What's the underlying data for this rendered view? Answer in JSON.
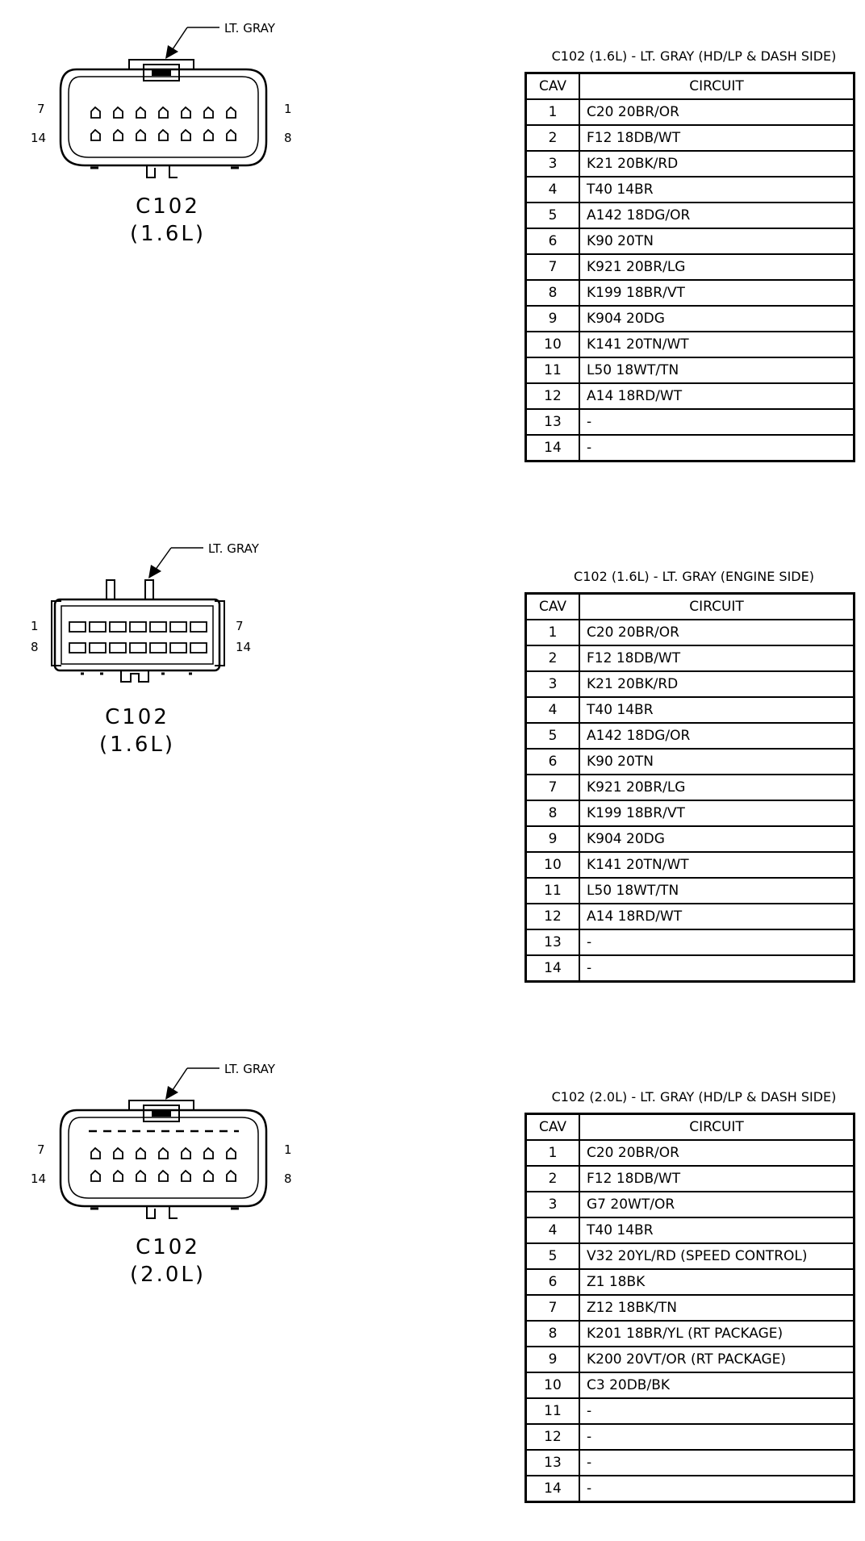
{
  "sections": [
    {
      "connector_name": "C102",
      "connector_variant": "(1.6L)",
      "color_callout": "LT. GRAY",
      "pin_left_top": "7",
      "pin_left_bottom": "14",
      "pin_right_top": "1",
      "pin_right_bottom": "8",
      "table_title": "C102 (1.6L) - LT. GRAY (HD/LP & DASH SIDE)",
      "col_cav": "CAV",
      "col_circuit": "CIRCUIT",
      "rows": [
        {
          "cav": "1",
          "circuit": "C20 20BR/OR"
        },
        {
          "cav": "2",
          "circuit": "F12 18DB/WT"
        },
        {
          "cav": "3",
          "circuit": "K21 20BK/RD"
        },
        {
          "cav": "4",
          "circuit": "T40 14BR"
        },
        {
          "cav": "5",
          "circuit": "A142 18DG/OR"
        },
        {
          "cav": "6",
          "circuit": "K90 20TN"
        },
        {
          "cav": "7",
          "circuit": "K921 20BR/LG"
        },
        {
          "cav": "8",
          "circuit": "K199 18BR/VT"
        },
        {
          "cav": "9",
          "circuit": "K904 20DG"
        },
        {
          "cav": "10",
          "circuit": "K141 20TN/WT"
        },
        {
          "cav": "11",
          "circuit": "L50 18WT/TN"
        },
        {
          "cav": "12",
          "circuit": "A14 18RD/WT"
        },
        {
          "cav": "13",
          "circuit": "-"
        },
        {
          "cav": "14",
          "circuit": "-"
        }
      ]
    },
    {
      "connector_name": "C102",
      "connector_variant": "(1.6L)",
      "color_callout": "LT. GRAY",
      "pin_left_top": "1",
      "pin_left_bottom": "8",
      "pin_right_top": "7",
      "pin_right_bottom": "14",
      "table_title": "C102 (1.6L) - LT. GRAY (ENGINE SIDE)",
      "col_cav": "CAV",
      "col_circuit": "CIRCUIT",
      "rows": [
        {
          "cav": "1",
          "circuit": "C20 20BR/OR"
        },
        {
          "cav": "2",
          "circuit": "F12 18DB/WT"
        },
        {
          "cav": "3",
          "circuit": "K21 20BK/RD"
        },
        {
          "cav": "4",
          "circuit": "T40 14BR"
        },
        {
          "cav": "5",
          "circuit": "A142 18DG/OR"
        },
        {
          "cav": "6",
          "circuit": "K90 20TN"
        },
        {
          "cav": "7",
          "circuit": "K921 20BR/LG"
        },
        {
          "cav": "8",
          "circuit": "K199 18BR/VT"
        },
        {
          "cav": "9",
          "circuit": "K904 20DG"
        },
        {
          "cav": "10",
          "circuit": "K141 20TN/WT"
        },
        {
          "cav": "11",
          "circuit": "L50 18WT/TN"
        },
        {
          "cav": "12",
          "circuit": "A14 18RD/WT"
        },
        {
          "cav": "13",
          "circuit": "-"
        },
        {
          "cav": "14",
          "circuit": "-"
        }
      ]
    },
    {
      "connector_name": "C102",
      "connector_variant": "(2.0L)",
      "color_callout": "LT. GRAY",
      "pin_left_top": "7",
      "pin_left_bottom": "14",
      "pin_right_top": "1",
      "pin_right_bottom": "8",
      "table_title": "C102 (2.0L) - LT. GRAY (HD/LP & DASH SIDE)",
      "col_cav": "CAV",
      "col_circuit": "CIRCUIT",
      "rows": [
        {
          "cav": "1",
          "circuit": "C20 20BR/OR"
        },
        {
          "cav": "2",
          "circuit": "F12 18DB/WT"
        },
        {
          "cav": "3",
          "circuit": "G7 20WT/OR"
        },
        {
          "cav": "4",
          "circuit": "T40 14BR"
        },
        {
          "cav": "5",
          "circuit": "V32 20YL/RD (SPEED CONTROL)"
        },
        {
          "cav": "6",
          "circuit": "Z1 18BK"
        },
        {
          "cav": "7",
          "circuit": "Z12 18BK/TN"
        },
        {
          "cav": "8",
          "circuit": "K201 18BR/YL (RT PACKAGE)"
        },
        {
          "cav": "9",
          "circuit": "K200 20VT/OR (RT PACKAGE)"
        },
        {
          "cav": "10",
          "circuit": "C3 20DB/BK"
        },
        {
          "cav": "11",
          "circuit": "-"
        },
        {
          "cav": "12",
          "circuit": "-"
        },
        {
          "cav": "13",
          "circuit": "-"
        },
        {
          "cav": "14",
          "circuit": "-"
        }
      ]
    }
  ]
}
